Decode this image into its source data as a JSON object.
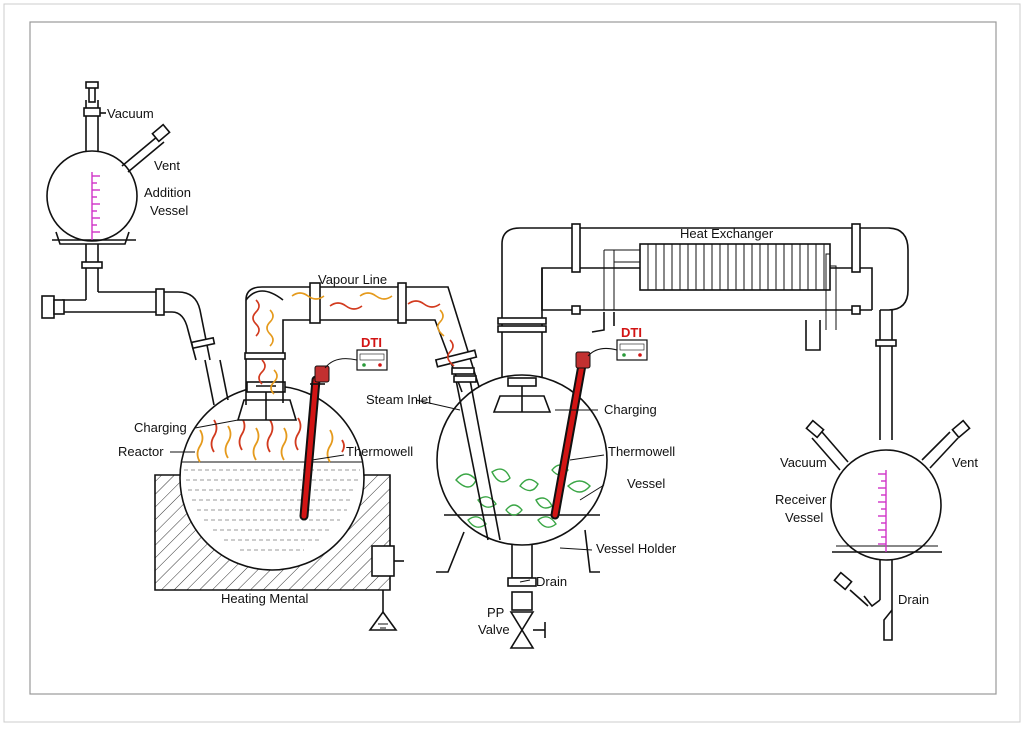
{
  "labels": {
    "vacuum_top": "Vacuum",
    "vent_top": "Vent",
    "addition_vessel_1": "Addition",
    "addition_vessel_2": "Vessel",
    "vapour_line": "Vapour Line",
    "heat_exchanger": "Heat Exchanger",
    "dti_left": "DTI",
    "dti_right": "DTI",
    "charging_left": "Charging",
    "charging_right": "Charging",
    "reactor": "Reactor",
    "thermowell_left": "Thermowell",
    "thermowell_right": "Thermowell",
    "steam_inlet": "Steam Inlet",
    "vessel": "Vessel",
    "vessel_holder": "Vessel Holder",
    "drain_mid": "Drain",
    "pp_valve_1": "PP",
    "pp_valve_2": "Valve",
    "heating_mental": "Heating Mental",
    "vacuum_right": "Vacuum",
    "vent_right": "Vent",
    "receiver_vessel_1": "Receiver",
    "receiver_vessel_2": "Vessel",
    "drain_right": "Drain"
  },
  "colors": {
    "outline": "#111111",
    "graduation": "#d033c8",
    "thermowell": "#d21414",
    "vapour_red": "#d23a1e",
    "vapour_orange": "#e59a1c",
    "solid_green": "#3aa645"
  },
  "icons": [
    "earth-ground-icon",
    "dti-meter-icon",
    "valve-icon"
  ]
}
